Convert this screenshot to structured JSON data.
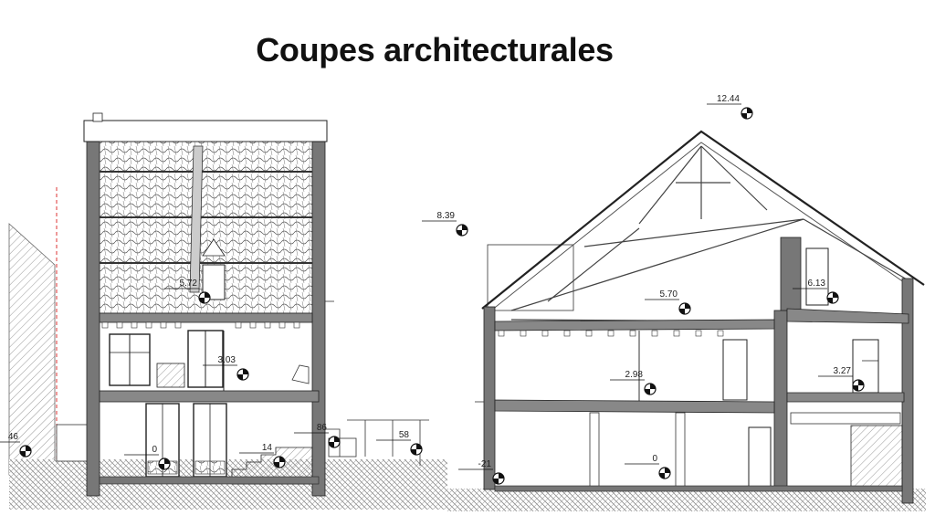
{
  "title": "Coupes architecturales",
  "levels_left": [
    "5.72",
    "3.03",
    "46",
    "0",
    "14",
    "86",
    "58"
  ],
  "levels_right": [
    "12.44",
    "8.39",
    "5.70",
    "6.13",
    "2.98",
    "3.27",
    "0",
    "-21"
  ]
}
